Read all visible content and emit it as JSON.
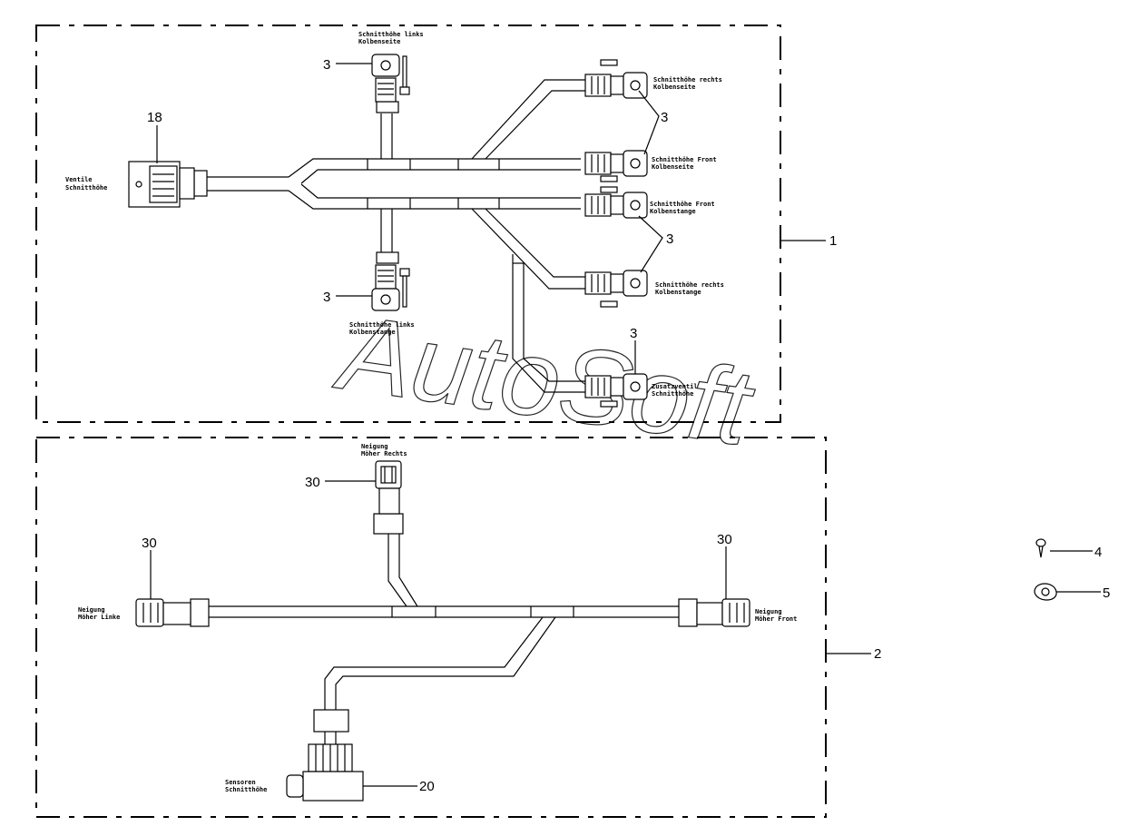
{
  "labels": {
    "ventile_1": "Ventile",
    "ventile_2": "Schnitthöhe",
    "links_kolbenseite_1": "Schnitthöhe links",
    "links_kolbenseite_2": "Kolbenseite",
    "rechts_kolbenseite_1": "Schnitthöhe rechts",
    "rechts_kolbenseite_2": "Kolbenseite",
    "front_kolbenseite_1": "Schnitthöhe Front",
    "front_kolbenseite_2": "Kolbenseite",
    "front_kolbenstange_1": "Schnitthöhe Front",
    "front_kolbenstange_2": "Kolbenstange",
    "rechts_kolbenstange_1": "Schnitthöhe rechts",
    "rechts_kolbenstange_2": "Kolbenstange",
    "links_kolbenstange_1": "Schnitthöhe links",
    "links_kolbenstange_2": "Kolbenstange",
    "zusatz_1": "Zusatzventil",
    "zusatz_2": "Schnitthöhe",
    "neigung_rechts_1": "Neigung",
    "neigung_rechts_2": "Möher Rechts",
    "neigung_links_1": "Neigung",
    "neigung_links_2": "Möher Linke",
    "neigung_front_1": "Neigung",
    "neigung_front_2": "Möher Front",
    "sensoren_1": "Sensoren",
    "sensoren_2": "Schnitthöhe"
  },
  "callouts": {
    "c18": "18",
    "c3a": "3",
    "c3b": "3",
    "c3c": "3",
    "c3d": "3",
    "c3e": "3",
    "c1": "1",
    "c2": "2",
    "c4": "4",
    "c5": "5",
    "c30a": "30",
    "c30b": "30",
    "c30c": "30",
    "c20": "20"
  },
  "watermark": "AutoSoft"
}
